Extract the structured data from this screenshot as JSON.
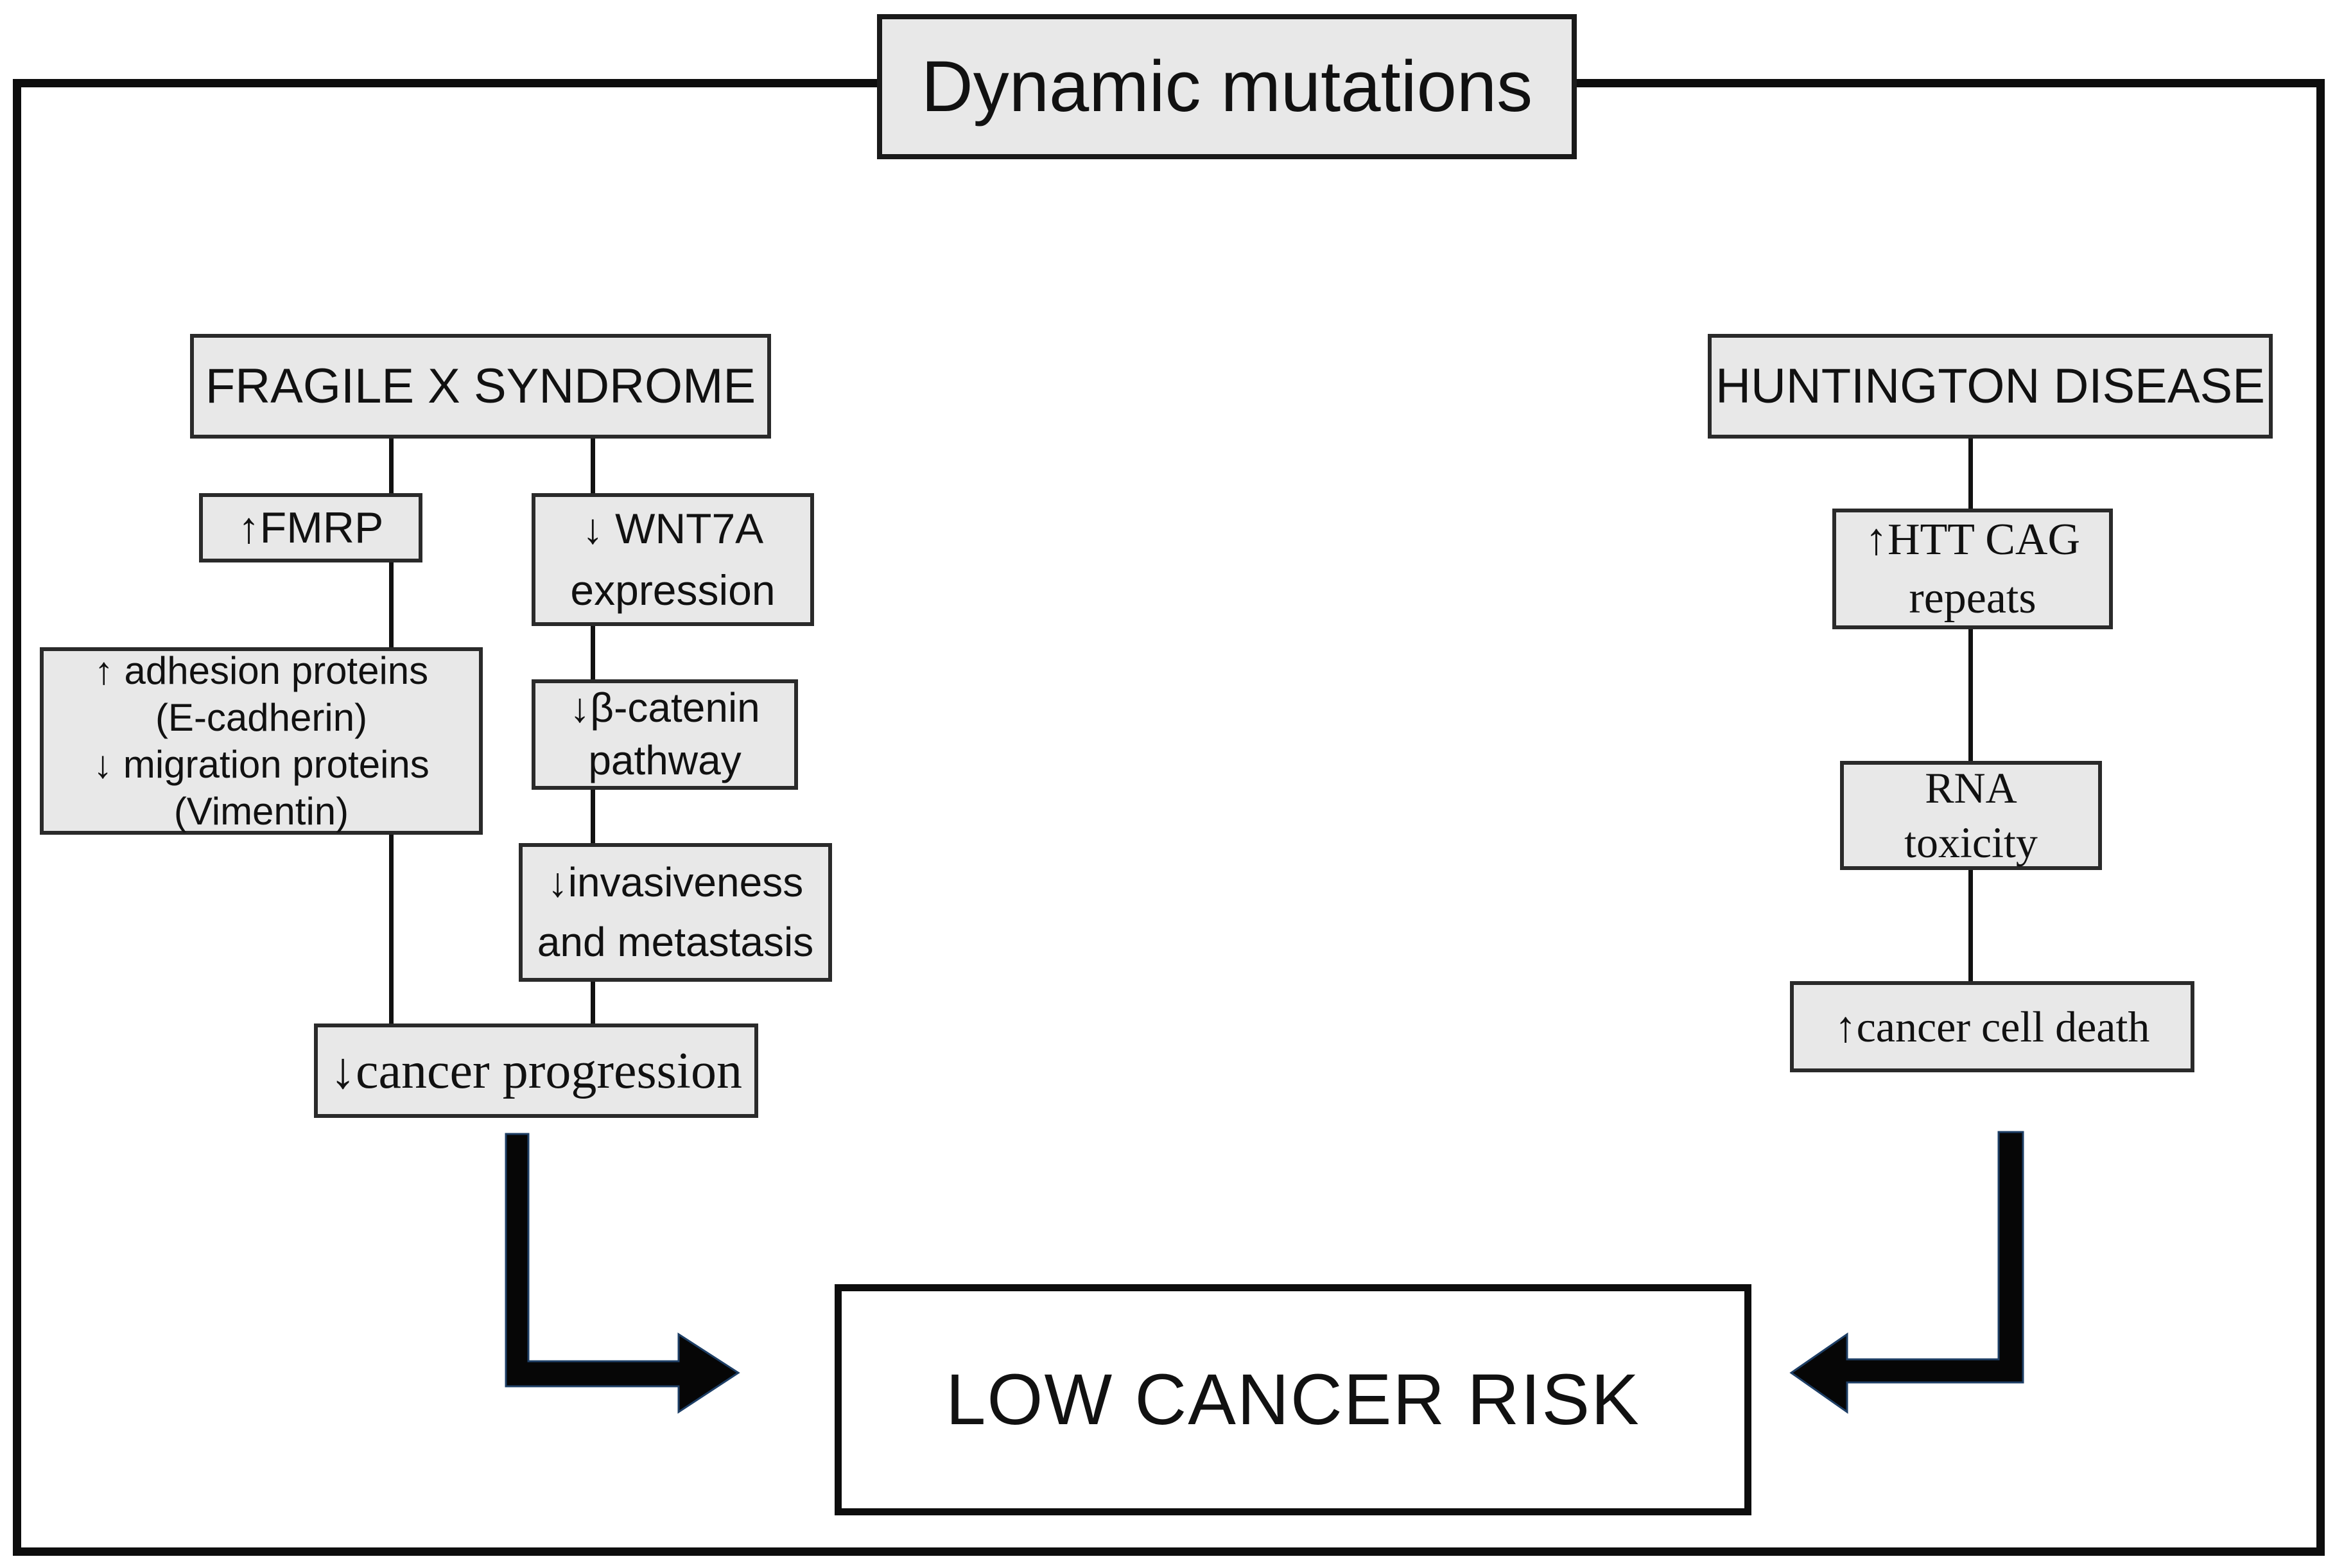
{
  "title": "Dynamic mutations",
  "left": {
    "header": "FRAGILE X SYNDROME",
    "fmrp": "↑FMRP",
    "wnt7a": [
      "↓ WNT7A",
      "expression"
    ],
    "adhesion": [
      "↑ adhesion proteins",
      "(E-cadherin)",
      "↓ migration proteins",
      "(Vimentin)"
    ],
    "bcatenin": [
      "↓β-catenin",
      "pathway"
    ],
    "invasiveness": [
      "↓invasiveness",
      "and metastasis"
    ],
    "progression": "↓cancer progression"
  },
  "right": {
    "header": "HUNTINGTON DISEASE",
    "htt": [
      "↑HTT CAG",
      "repeats"
    ],
    "rna": [
      "RNA",
      "toxicity"
    ],
    "death": "↑cancer cell death"
  },
  "outcome": "LOW CANCER RISK",
  "colors": {
    "box_fill": "#e8e8e8",
    "box_border": "#2a2a2a",
    "frame_border": "#0d0d0d",
    "arrow_fill": "#060606",
    "arrow_edge": "#1e3f66"
  }
}
